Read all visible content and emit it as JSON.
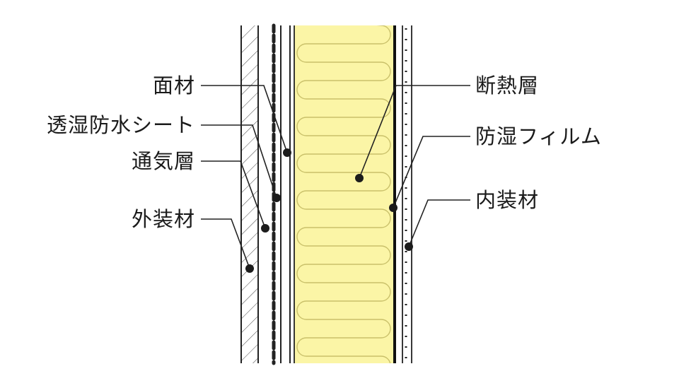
{
  "labels_left": {
    "facing": "面材",
    "membrane": "透湿防水シート",
    "air_gap": "通気層",
    "cladding": "外装材"
  },
  "labels_right": {
    "insulation": "断熱層",
    "vapor_barrier": "防湿フィルム",
    "interior": "内装材"
  },
  "colors": {
    "insulation_fill": "#fbf5a6",
    "insulation_stroke": "#c9c06a",
    "line": "#222222"
  },
  "icons": {
    "callout": "filled-circle-dot"
  }
}
